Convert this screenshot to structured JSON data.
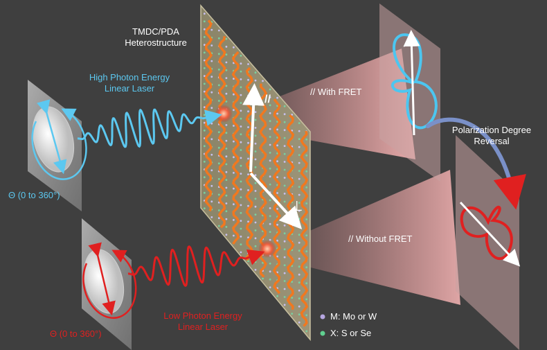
{
  "colors": {
    "high_energy": "#5cc8f0",
    "low_energy": "#e02020",
    "background": "#3f3f3f",
    "pda_chain": "#f07820",
    "beam": "#e8a0a0"
  },
  "labels": {
    "heterostructure": [
      "TMDC/PDA",
      "Heterostructure"
    ],
    "high_laser": [
      "High Photon Energy",
      "Linear Laser"
    ],
    "low_laser": [
      "Low Photon Energy",
      "Linear Laser"
    ],
    "theta_top": "Θ (0 to 360°)",
    "theta_bottom": "Θ (0 to 360°)",
    "with_fret": "//  With FRET",
    "without_fret": "//  Without FRET",
    "reversal": [
      "Polarization Degree",
      "Reversal"
    ],
    "parallel_symbol": "//",
    "perp_symbol": "⊥"
  },
  "legend": {
    "m": "M: Mo or W",
    "x": "X: S or Se"
  },
  "icons": {
    "polarizer": "linear-polarizer-plate-icon",
    "rotation": "rotation-arrow-icon",
    "lattice": "tmdc-lattice-icon",
    "pattern": "polar-pattern-icon"
  }
}
